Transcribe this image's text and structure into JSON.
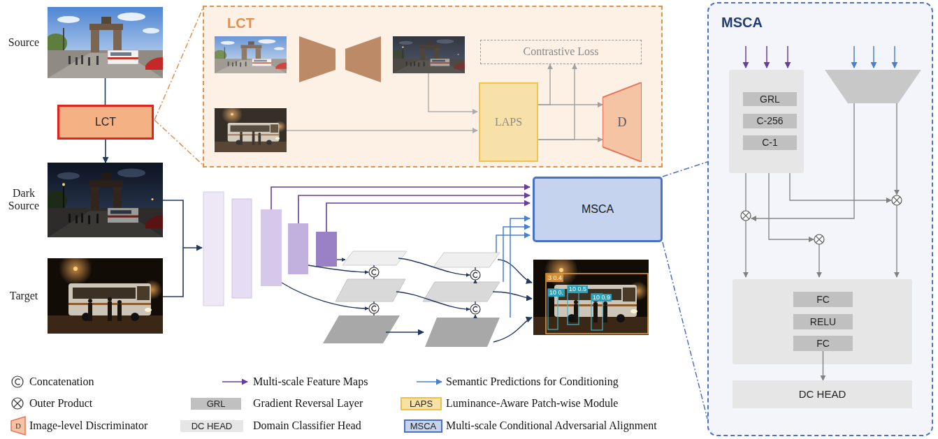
{
  "diagram": {
    "nodes": [
      {
        "text": [
          "Source"
        ]
      },
      {
        "text": [
          "LCT"
        ]
      },
      {
        "text": [
          "LCT"
        ]
      },
      {
        "text": [
          "Contrastive Loss"
        ],
        "in": 2
      },
      {
        "text": [
          "LAPS"
        ],
        "in": 2
      },
      {
        "text": [
          "D"
        ],
        "in": 2
      },
      {
        "text": [
          "Dark Source"
        ]
      },
      {
        "text": [
          "Target"
        ]
      },
      {
        "text": [
          "MSCA"
        ]
      },
      {
        "text": [
          "MSCA"
        ]
      },
      {
        "text": [
          "GRL"
        ],
        "in": 9
      },
      {
        "text": [
          "C-256"
        ],
        "in": 9
      },
      {
        "text": [
          "C-1"
        ],
        "in": 9
      },
      {
        "text": [
          "FC"
        ],
        "in": 9
      },
      {
        "text": [
          "RELU"
        ],
        "in": 9
      },
      {
        "text": [
          "FC"
        ],
        "in": 9
      },
      {
        "text": [
          "DC HEAD"
        ],
        "in": 9
      }
    ],
    "edges": [
      {
        "from": 0,
        "to": 1,
        "arrow": "none"
      },
      {
        "from": 1,
        "to": 6,
        "arrow": "to"
      },
      {
        "from": 4,
        "to": 5,
        "arrow": "to"
      },
      {
        "from": 4,
        "to": 5,
        "arrow": "to"
      },
      {
        "from": 4,
        "to": 3,
        "arrow": "to"
      },
      {
        "from": 4,
        "to": 3,
        "arrow": "to"
      },
      {
        "from": 15,
        "to": 16,
        "arrow": "to"
      }
    ],
    "labels": [
      "3 0.4",
      "10 0.",
      "10 0.5",
      "10 0.9",
      "D",
      "GRL",
      "DC HEAD",
      "LAPS",
      "MSCA"
    ],
    "legend": [
      {
        "text": "Concatenation"
      },
      {
        "text": "Multi-scale Feature Maps"
      },
      {
        "text": "Semantic Predictions for Conditioning"
      },
      {
        "text": "Outer Product"
      },
      {
        "text": "Gradient Reversal Layer",
        "color": "#c0c0c0"
      },
      {
        "text": "Luminance-Aware Patch-wise Module",
        "color": "#f8e1a8"
      },
      {
        "text": "Image-level Discriminator"
      },
      {
        "text": "Domain Classifier Head",
        "color": "#e6e6e6"
      },
      {
        "text": "Multi-scale Conditional Adversarial Alignment",
        "color": "#c5d3ee"
      }
    ]
  }
}
